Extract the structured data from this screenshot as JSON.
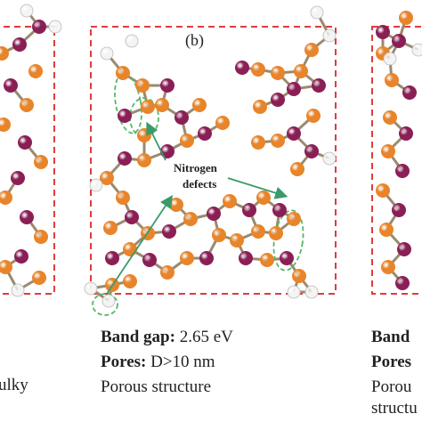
{
  "panel_label": "(b)",
  "annotation": {
    "line1": "Nitrogen",
    "line2": "defects"
  },
  "left_panel": {
    "caption_fragment": "ulky"
  },
  "middle_panel": {
    "band_gap_label": "Band gap:",
    "band_gap_value": "2.65 eV",
    "pores_label": "Pores:",
    "pores_value": "D>10 nm",
    "structure_text": "Porous structure"
  },
  "right_panel": {
    "label_fragment_1": "Band",
    "label_fragment_2": "Pores",
    "text_fragment_1": "Porou",
    "text_fragment_2": "structu"
  },
  "colors": {
    "carbon": "#8a1f55",
    "nitrogen": "#e8842a",
    "hydrogen": "#f4f4f4",
    "bond": "#9a8a70",
    "frame": "#e03c3c",
    "defect_ring": "#55b86a",
    "arrow": "#3a9a6a"
  },
  "icons": [
    "atom-carbon-icon",
    "atom-nitrogen-icon",
    "atom-hydrogen-icon"
  ]
}
